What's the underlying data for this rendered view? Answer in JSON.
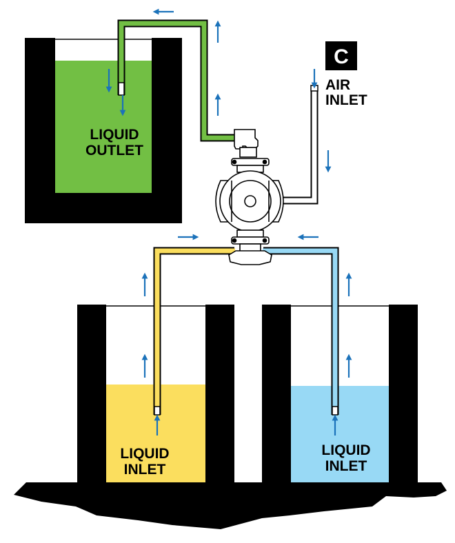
{
  "badge": {
    "letter": "C"
  },
  "labels": {
    "air_inlet": [
      "AIR",
      "INLET"
    ],
    "liquid_outlet": [
      "LIQUID",
      "OUTLET"
    ],
    "liquid_inlet_left": [
      "LIQUID",
      "INLET"
    ],
    "liquid_inlet_right": [
      "LIQUID",
      "INLET"
    ]
  },
  "colors": {
    "outlet_liquid": "#72BF44",
    "outlet_pipe": "#72BF44",
    "inlet_left_liquid": "#FBDE5E",
    "inlet_left_pipe": "#FBDE5E",
    "inlet_right_liquid": "#98D9F5",
    "inlet_right_pipe": "#98D9F5",
    "tank_wall": "#000000",
    "arrow": "#1B72BA",
    "ground": "#000000"
  }
}
